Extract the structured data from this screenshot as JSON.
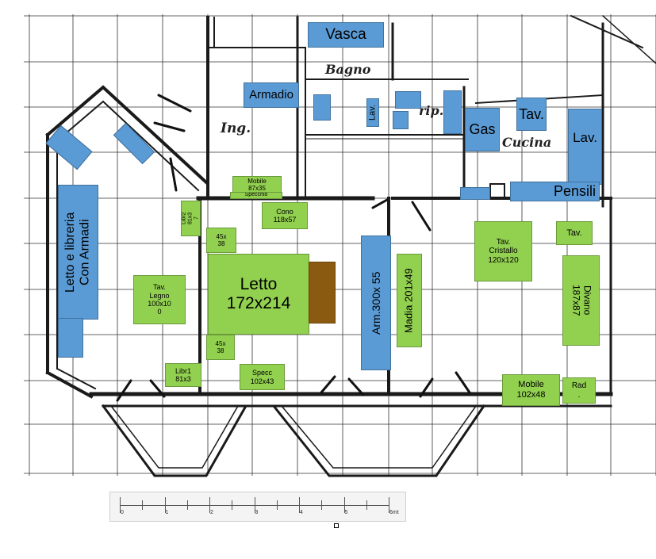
{
  "plan": {
    "handwritten": {
      "bagno": "Bagno",
      "ing": "Ing.",
      "rip": "rip.",
      "cucina": "Cucina"
    },
    "furniture": {
      "vasca": "Vasca",
      "armadio": "Armadio",
      "lav_bagno": "Lav.",
      "gas": "Gas",
      "tav_cucina": "Tav.",
      "lav_cucina": "Lav.",
      "pensili": "Pensili",
      "letto_libreria": "Letto e libreria\nCon Armadi",
      "mobile_top": "Mobile\n87x35",
      "specchio_top": "Specchio",
      "cono": "Cono\n118x57",
      "libr2": "Libr2\n81x3\n7",
      "sq_45_top": "45x\n38",
      "letto": "Letto\n172x214",
      "tav_legno": "Tav.\nLegno\n100x10\n0",
      "sq_45_bottom": "45x\n38",
      "libr1": "Libr1\n81x3",
      "specc": "Specc\n102x43",
      "arm": "Arm.300x 55",
      "madia": "Madia 201x49",
      "tav_cristallo": "Tav.\nCristallo\n120x120",
      "tav_small": "Tav.",
      "divano": "Divano\n187x87",
      "mobile_bottom": "Mobile\n102x48",
      "rad": "Rad\n."
    }
  },
  "scale_bar": {
    "labels": [
      "0",
      "1",
      "2",
      "3",
      "4",
      "5",
      "6mt"
    ]
  },
  "colors": {
    "blue": "#5b9bd5",
    "green": "#92d050",
    "brown": "#8a5a10",
    "wall": "#1a1a1a",
    "grid": "#333333"
  }
}
